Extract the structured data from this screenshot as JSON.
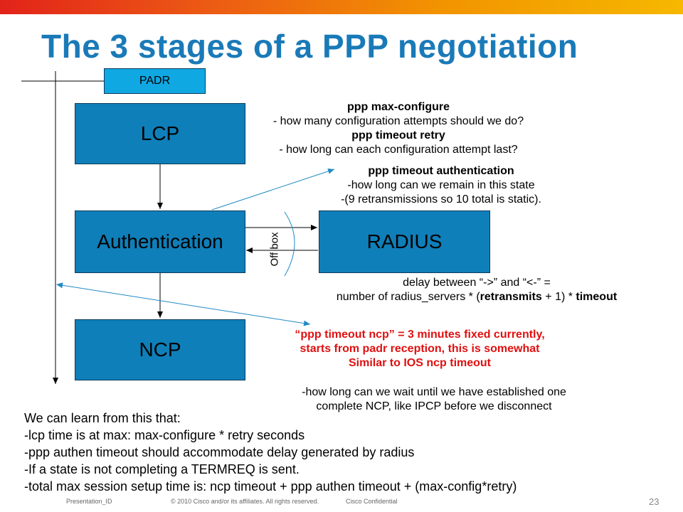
{
  "slide": {
    "title": "The 3 stages of a PPP negotiation",
    "colors": {
      "title": "#1a7ab8",
      "box": "#0f7fb9",
      "padr_box": "#10a8e3",
      "highlight": "#e01010",
      "connector": "#1f8ac6"
    }
  },
  "diagram": {
    "padr": "PADR",
    "lcp": "LCP",
    "authentication": "Authentication",
    "radius": "RADIUS",
    "ncp": "NCP",
    "offbox": "Off box"
  },
  "notes": {
    "lcp": [
      {
        "text": "ppp max-configure",
        "bold": true
      },
      {
        "text": "- how many configuration attempts should we do?",
        "bold": false
      },
      {
        "text": "ppp timeout retry",
        "bold": true
      },
      {
        "text": "- how long can each configuration attempt last?",
        "bold": false
      }
    ],
    "auth": [
      {
        "text": "ppp timeout authentication",
        "bold": true
      },
      {
        "text": "-how long can we remain in this state",
        "bold": false
      },
      {
        "text": "-(9 retransmissions so 10 total is static).",
        "bold": false
      }
    ],
    "delay_line1": "delay between “->” and “<-” =",
    "delay_line2_prefix": "number of radius_servers * (",
    "delay_line2_bold": "retransmits",
    "delay_line2_mid": " + 1) *  ",
    "delay_line2_bold2": "timeout",
    "ncp_red": [
      "“ppp timeout ncp” = 3 minutes fixed currently,",
      "starts from padr reception, this is somewhat",
      "Similar to IOS ncp timeout"
    ],
    "ncp": [
      "-how long can we wait until we have established one",
      "complete NCP, like IPCP before we disconnect"
    ]
  },
  "learn": [
    "We can learn from this that:",
    "-lcp time is at max: max-configure * retry seconds",
    "-ppp authen timeout should accommodate delay generated by radius",
    "-If a state is not completing a TERMREQ is sent.",
    "-total max session setup time is: ncp timeout + ppp authen timeout + (max-config*retry)"
  ],
  "footer": {
    "presentation_id": "Presentation_ID",
    "copyright": "© 2010 Cisco and/or its affiliates. All rights reserved.",
    "confidential": "Cisco Confidential",
    "page_number": "23"
  }
}
